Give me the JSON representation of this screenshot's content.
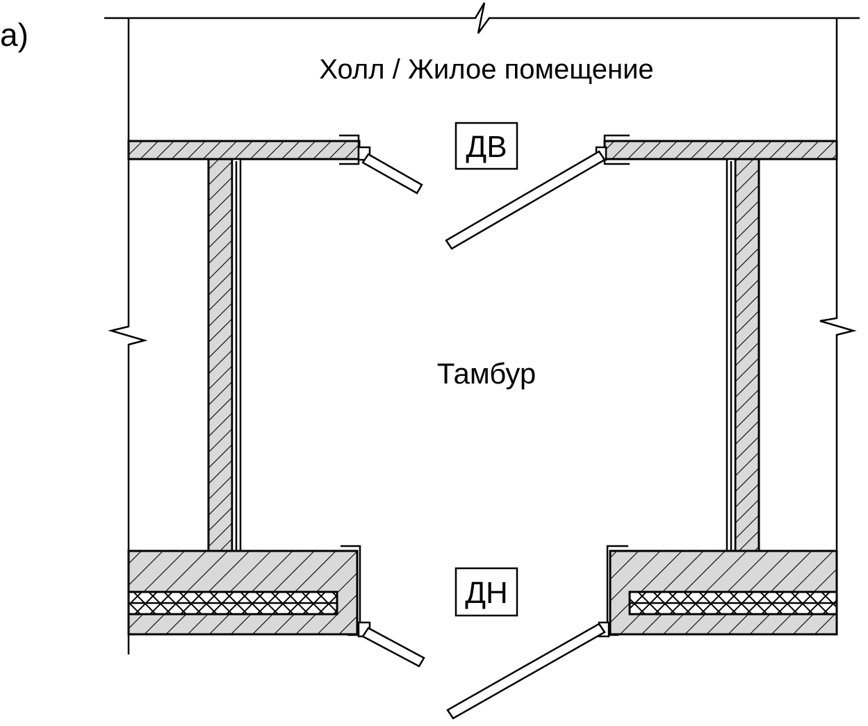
{
  "figure_label": "а)",
  "top_room_label": "Холл / Жилое помещение",
  "vestibule_label": "Тамбур",
  "inner_door_label": "ДВ",
  "outer_door_label": "ДН",
  "colors": {
    "line": "#000000",
    "hatch_fill": "#d9d9d9",
    "background": "#ffffff"
  }
}
